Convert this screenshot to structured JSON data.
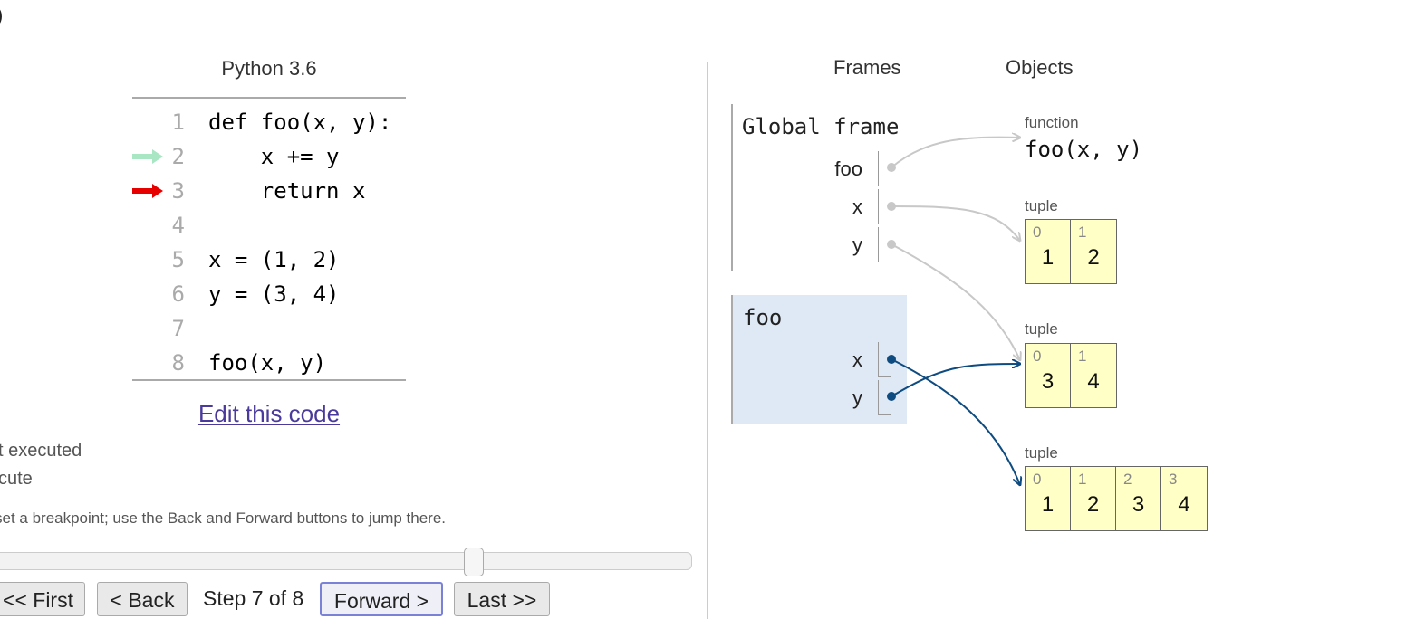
{
  "top_paren": ")",
  "code_panel": {
    "language": "Python 3.6",
    "lines": [
      {
        "num": "1",
        "text": "def foo(x, y):"
      },
      {
        "num": "2",
        "text": "    x += y"
      },
      {
        "num": "3",
        "text": "    return x"
      },
      {
        "num": "4",
        "text": ""
      },
      {
        "num": "5",
        "text": "x = (1, 2)"
      },
      {
        "num": "6",
        "text": "y = (3, 4)"
      },
      {
        "num": "7",
        "text": ""
      },
      {
        "num": "8",
        "text": "foo(x, y)"
      }
    ],
    "prev_line_arrow_color": "#a8e6c4",
    "next_line_arrow_color": "#e60000",
    "edit_link": "Edit this code"
  },
  "legend": {
    "just_executed": "t executed",
    "to_execute": "cute"
  },
  "hint": "set a breakpoint; use the Back and Forward buttons to jump there.",
  "slider": {
    "value": 7,
    "max": 8
  },
  "nav": {
    "first": "<< First",
    "back": "< Back",
    "step": "Step 7 of 8",
    "forward": "Forward >",
    "last": "Last >>"
  },
  "viz": {
    "frames_header": "Frames",
    "objects_header": "Objects",
    "global_frame": {
      "title": "Global frame",
      "vars": [
        "foo",
        "x",
        "y"
      ]
    },
    "foo_frame": {
      "title": "foo",
      "vars": [
        "x",
        "y"
      ]
    },
    "objects": {
      "function": {
        "type": "function",
        "signature": "foo(x, y)"
      },
      "tuple1": {
        "type": "tuple",
        "items": [
          {
            "idx": "0",
            "val": "1"
          },
          {
            "idx": "1",
            "val": "2"
          }
        ]
      },
      "tuple2": {
        "type": "tuple",
        "items": [
          {
            "idx": "0",
            "val": "3"
          },
          {
            "idx": "1",
            "val": "4"
          }
        ]
      },
      "tuple3": {
        "type": "tuple",
        "items": [
          {
            "idx": "0",
            "val": "1"
          },
          {
            "idx": "1",
            "val": "2"
          },
          {
            "idx": "2",
            "val": "3"
          },
          {
            "idx": "3",
            "val": "4"
          }
        ]
      }
    },
    "pointer_colors": {
      "inactive": "#c8c8c8",
      "active": "#0d4b80"
    }
  }
}
